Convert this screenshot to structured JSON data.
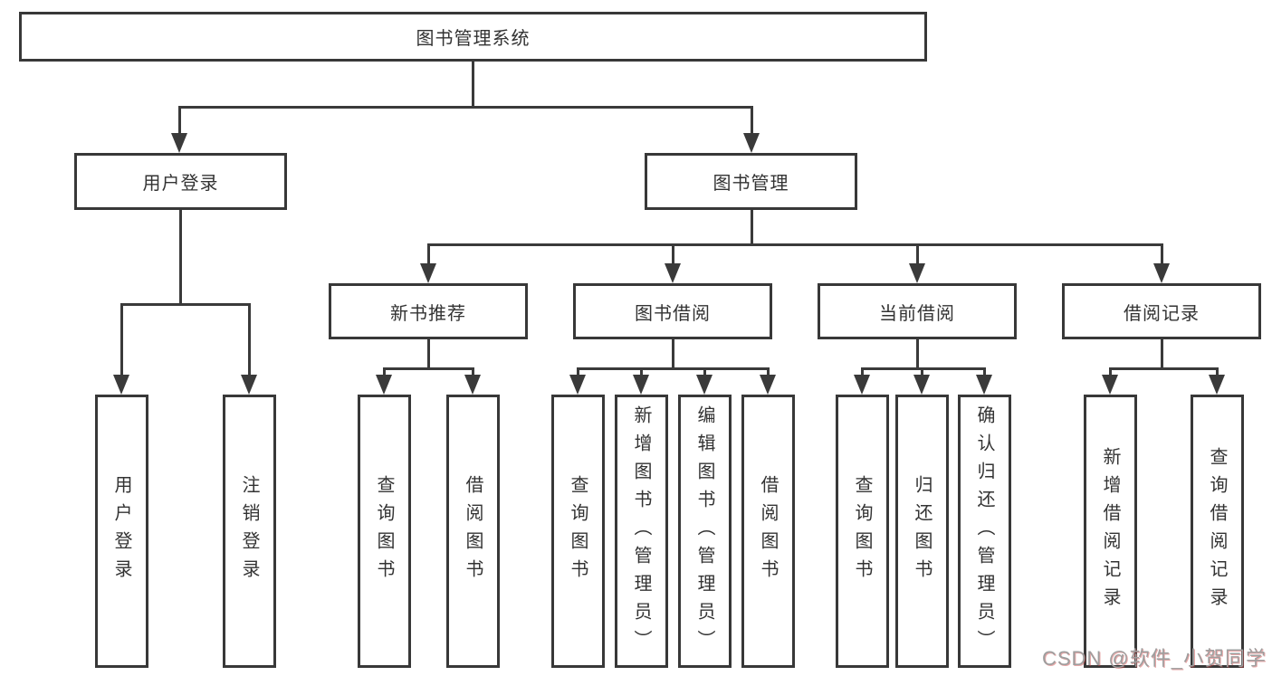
{
  "diagram": {
    "root": "图书管理系统",
    "level2": [
      "用户登录",
      "图书管理"
    ],
    "level3": [
      "新书推荐",
      "图书借阅",
      "当前借阅",
      "借阅记录"
    ],
    "leaves": {
      "user_login": [
        "用户登录",
        "注销登录"
      ],
      "new_book": [
        "查询图书",
        "借阅图书"
      ],
      "borrow": [
        "查询图书",
        "新增图书（管理员）",
        "编辑图书（管理员）",
        "借阅图书"
      ],
      "current": [
        "查询图书",
        "归还图书",
        "确认归还（管理员）"
      ],
      "records": [
        "新增借阅记录",
        "查询借阅记录"
      ]
    }
  },
  "watermark": "CSDN @软件_小贺同学",
  "colors": {
    "line": "#3a3a3a",
    "border": "#383838",
    "text": "#333333",
    "watermark": "#9e9e9e"
  }
}
